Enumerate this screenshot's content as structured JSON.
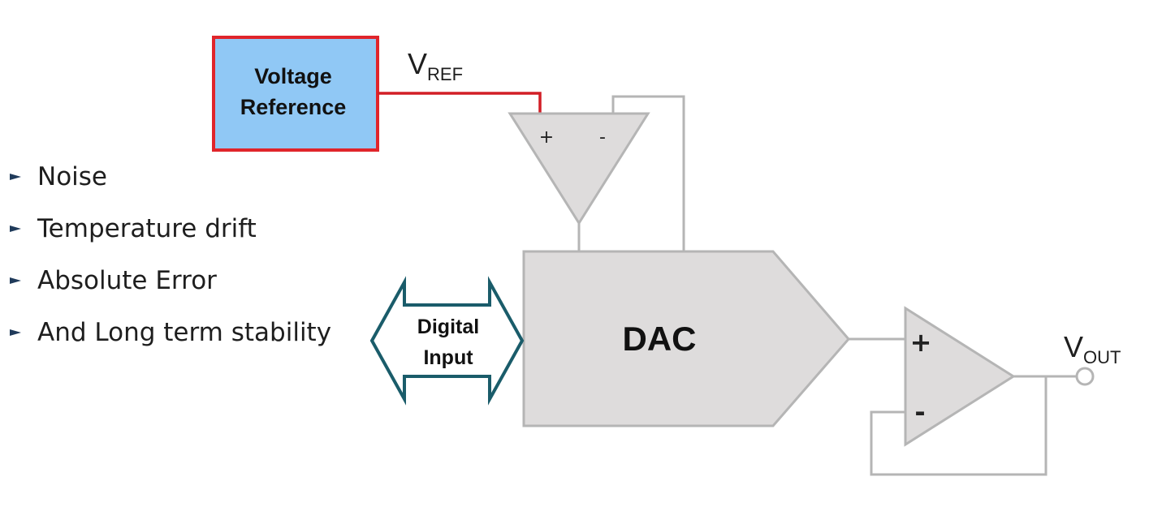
{
  "diagram": {
    "voltage_reference": {
      "line1": "Voltage",
      "line2": "Reference"
    },
    "vref_label": {
      "main": "V",
      "sub": "REF"
    },
    "ref_amp": {
      "plus": "+",
      "minus": "-"
    },
    "dac_label": "DAC",
    "digital_input": {
      "line1": "Digital",
      "line2": "Input"
    },
    "out_amp": {
      "plus": "+",
      "minus": "-"
    },
    "vout_label": {
      "main": "V",
      "sub": "OUT"
    }
  },
  "bullets": [
    "Noise",
    "Temperature drift",
    "Absolute Error",
    "And Long term stability"
  ],
  "colors": {
    "voltage_reference_fill": "#90c8f5",
    "voltage_reference_border": "#e0252b",
    "vref_wire": "#d21e26",
    "block_fill": "#dedcdc",
    "block_stroke": "#b5b5b5",
    "digital_arrow_stroke": "#1a5c6a",
    "bullet_marker": "#1f3a5a"
  }
}
